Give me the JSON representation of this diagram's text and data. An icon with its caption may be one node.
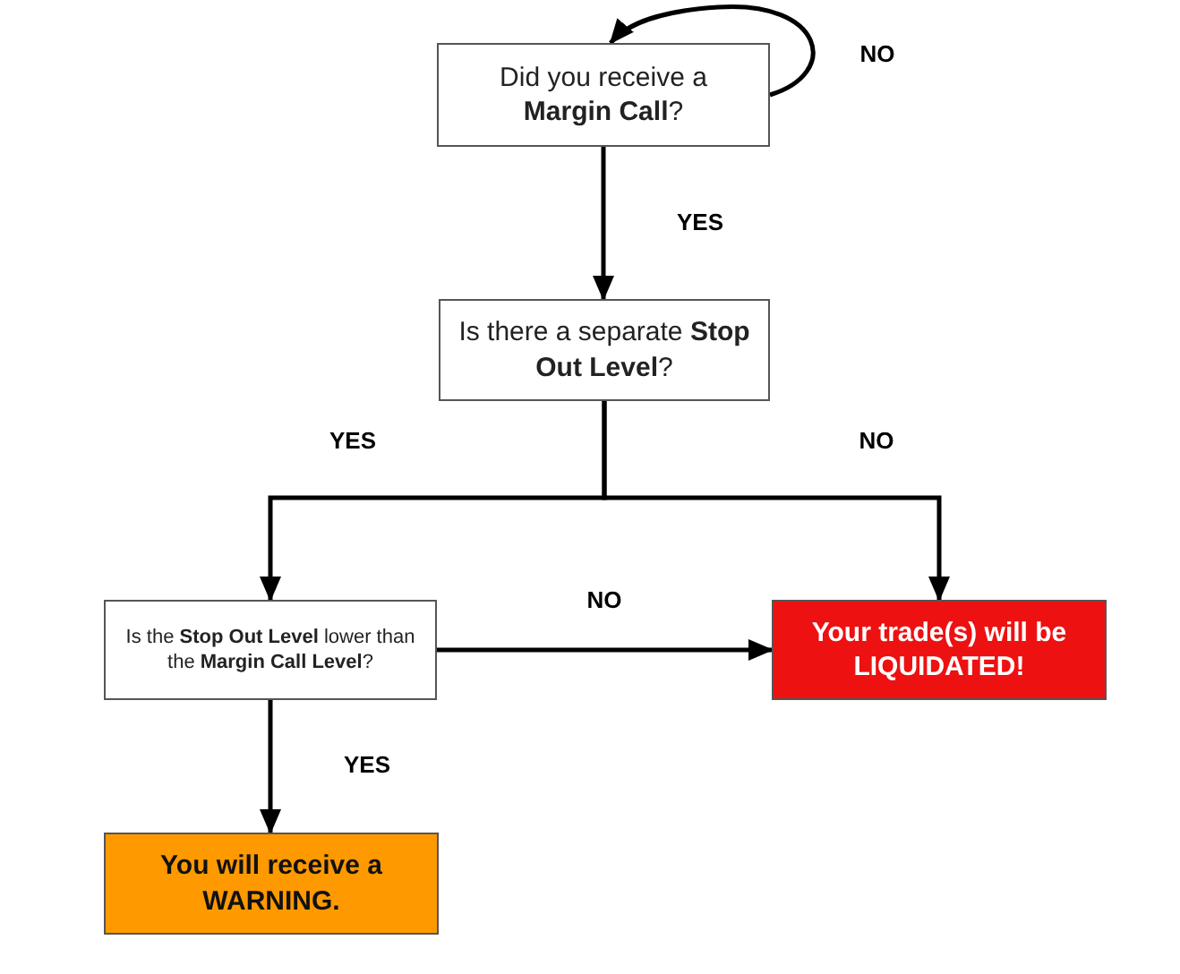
{
  "diagram": {
    "nodes": [
      {
        "text": [
          "Did you receive a **Margin Call**?"
        ]
      },
      {
        "text": [
          "Is there a separate **Stop Out Level**?"
        ]
      },
      {
        "text": [
          "Is the **Stop Out Level** lower than the **Margin Call Level**?"
        ]
      },
      {
        "text": [
          "Your trade(s) will be LIQUIDATED!"
        ]
      },
      {
        "text": [
          "You will receive a WARNING."
        ]
      }
    ],
    "edges": [
      {
        "from": 0,
        "to": 0,
        "arrow": "to",
        "label": "NO"
      },
      {
        "from": 0,
        "to": 1,
        "arrow": "to",
        "label": "YES"
      },
      {
        "from": 1,
        "to": 2,
        "arrow": "to",
        "label": "YES"
      },
      {
        "from": 1,
        "to": 3,
        "arrow": "to",
        "label": "NO"
      },
      {
        "from": 2,
        "to": 3,
        "arrow": "to",
        "label": "NO"
      },
      {
        "from": 2,
        "to": 4,
        "arrow": "to",
        "label": "YES"
      }
    ]
  }
}
